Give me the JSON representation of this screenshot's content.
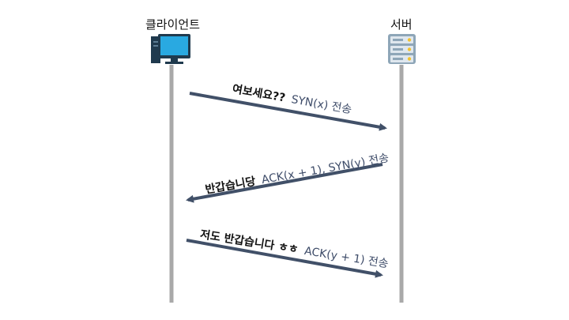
{
  "client": {
    "label": "클라이언트",
    "icon": "desktop-computer-icon"
  },
  "server": {
    "label": "서버",
    "icon": "server-rack-icon"
  },
  "messages": [
    {
      "speech": "여보세요??",
      "action": "SYN(x) 전송"
    },
    {
      "speech": "반갑습니당",
      "action": "ACK(x + 1), SYN(y) 전송"
    },
    {
      "speech": "저도 반갑습니다 ㅎㅎ",
      "action": "ACK(y + 1) 전송"
    }
  ],
  "colors": {
    "arrow": "#415068",
    "lifeline": "#a9a9a9",
    "monitor_screen": "#29a9e1",
    "monitor_dark": "#1f3a4e",
    "server_body": "#8ea6b8",
    "server_slot": "#dfe7ee",
    "server_led": "#f2c230"
  }
}
